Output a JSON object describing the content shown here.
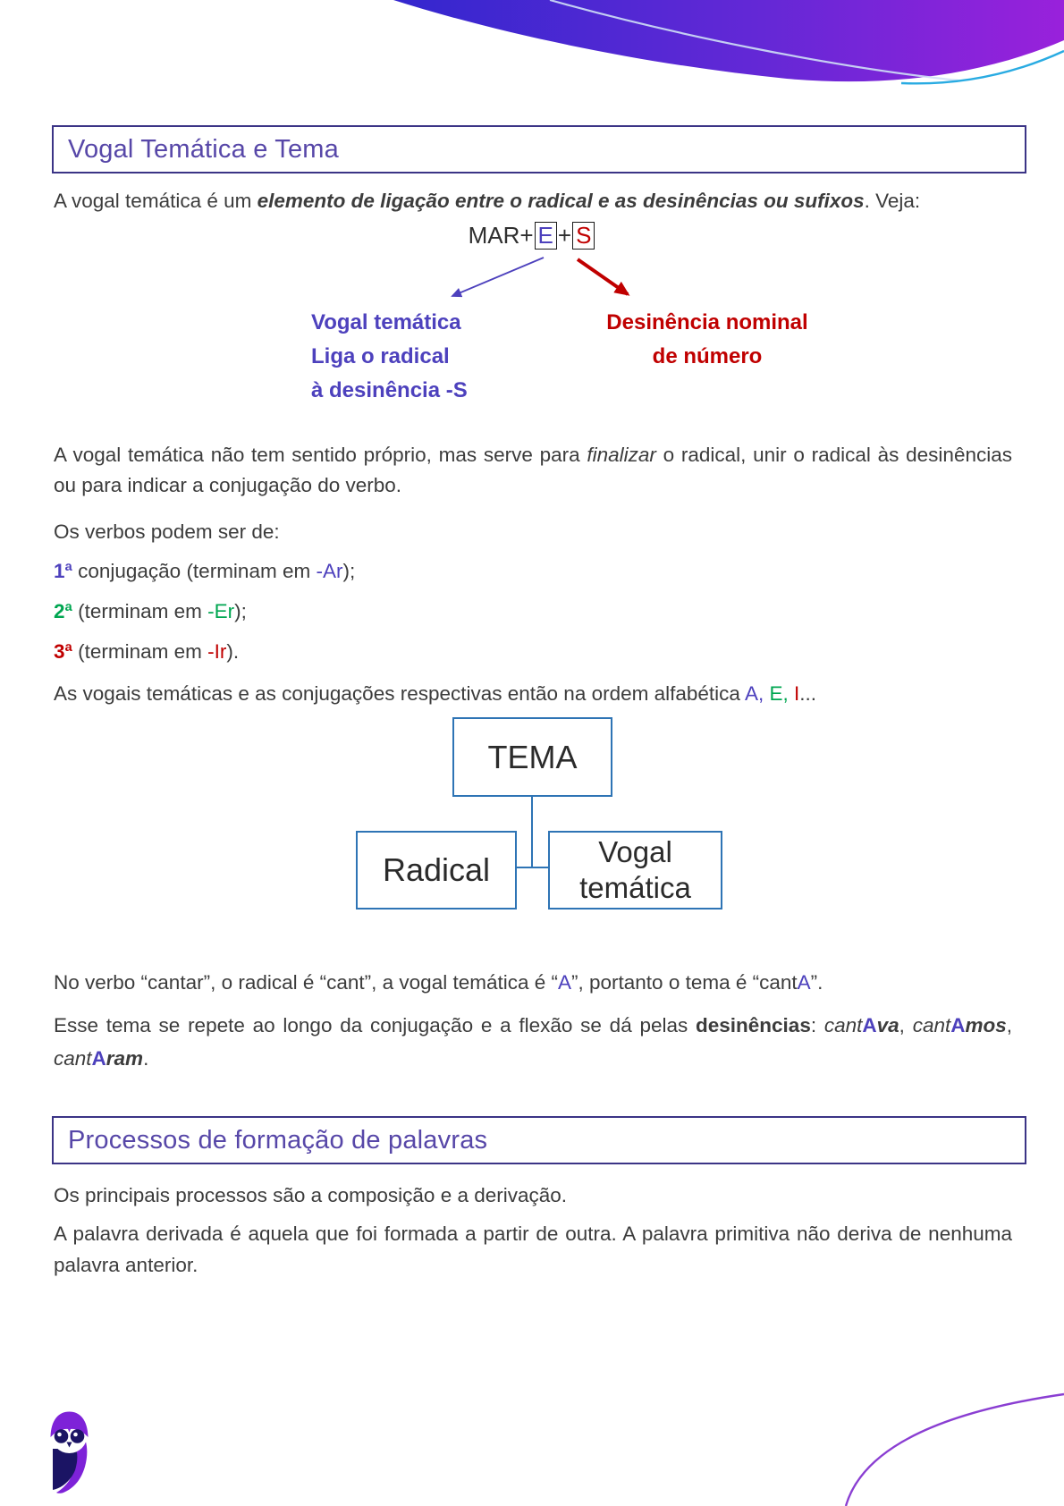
{
  "document": {
    "kind": "grammar-study-page",
    "language": "pt-BR"
  },
  "colors": {
    "title_text": "#5747A8",
    "title_border": "#3B3486",
    "body_text": "#3C3C3C",
    "accent_purple": "#4D41BD",
    "accent_green": "#00A651",
    "accent_red": "#C00000",
    "diagram_border_blue": "#2E74B5",
    "wave_gradient_start": "#3327CE",
    "wave_gradient_end": "#9921DB",
    "wave_cyan_line": "#29ABE2",
    "wave_white_line": "#CFE0F6",
    "corner_arc_purple": "#8A3ED2",
    "owl_purple": "#7E22D8",
    "owl_navy": "#1B1464"
  },
  "section1": {
    "title": "Vogal Temática e Tema",
    "p1_runs": [
      {
        "t": "A vogal temática é um "
      },
      {
        "t": "elemento de ligação entre o radical e as desinências ou sufixos",
        "b": true,
        "i": true
      },
      {
        "t": ". Veja:"
      }
    ],
    "formula_runs": [
      {
        "t": "MAR+"
      },
      {
        "t": "E",
        "c": "purple",
        "box": true
      },
      {
        "t": "+"
      },
      {
        "t": "S",
        "c": "red",
        "box": true
      }
    ],
    "vowel_label": {
      "lines": [
        "Vogal temática",
        "Liga o radical",
        "à desinência -S"
      ]
    },
    "desinencia_label": {
      "lines": [
        "Desinência nominal",
        "de número"
      ]
    },
    "p2_runs": [
      {
        "t": "A vogal temática não tem sentido próprio, mas serve para "
      },
      {
        "t": "finalizar",
        "i": true
      },
      {
        "t": " o radical, unir o radical às desinências ou para indicar a conjugação do verbo."
      }
    ],
    "p3": "Os verbos podem ser de:",
    "list": {
      "item1_runs": [
        {
          "t": "1ª",
          "c": "purple",
          "b": true
        },
        {
          "t": " conjugação (terminam em "
        },
        {
          "t": "-Ar",
          "c": "purple"
        },
        {
          "t": ");"
        }
      ],
      "item2_runs": [
        {
          "t": "2ª",
          "c": "green",
          "b": true
        },
        {
          "t": " (terminam em "
        },
        {
          "t": "-Er",
          "c": "green"
        },
        {
          "t": ");"
        }
      ],
      "item3_runs": [
        {
          "t": "3ª",
          "c": "red",
          "b": true
        },
        {
          "t": " (terminam em "
        },
        {
          "t": "-Ir",
          "c": "red"
        },
        {
          "t": ")."
        }
      ]
    },
    "p4_runs": [
      {
        "t": "As vogais temáticas e as conjugações respectivas então na ordem alfabética "
      },
      {
        "t": "A,",
        "c": "purple"
      },
      {
        "t": " "
      },
      {
        "t": "E,",
        "c": "green"
      },
      {
        "t": " "
      },
      {
        "t": "I",
        "c": "red"
      },
      {
        "t": "..."
      }
    ],
    "tree": {
      "top": "TEMA",
      "left": "Radical",
      "right": "Vogal temática"
    },
    "p5_runs": [
      {
        "t": "No verbo “cantar”, o radical é “cant”, a vogal temática é “"
      },
      {
        "t": "A",
        "c": "purple"
      },
      {
        "t": "”, portanto o tema é “cant"
      },
      {
        "t": "A",
        "c": "purple"
      },
      {
        "t": "”."
      }
    ],
    "p6_runs": [
      {
        "t": "Esse tema se repete ao longo da conjugação e a flexão se dá pelas "
      },
      {
        "t": "desinências",
        "b": true
      },
      {
        "t": ": "
      },
      {
        "t": "cant",
        "i": true
      },
      {
        "t": "A",
        "c": "purple",
        "b": true
      },
      {
        "t": "va",
        "b": true,
        "i": true
      },
      {
        "t": ", "
      },
      {
        "t": "cant",
        "i": true
      },
      {
        "t": "A",
        "c": "purple",
        "b": true
      },
      {
        "t": "mos",
        "b": true,
        "i": true
      },
      {
        "t": ", "
      },
      {
        "t": "cant",
        "i": true
      },
      {
        "t": "A",
        "c": "purple",
        "b": true
      },
      {
        "t": "ram",
        "b": true,
        "i": true
      },
      {
        "t": "."
      }
    ]
  },
  "section2": {
    "title": "Processos de formação de palavras",
    "p1": "Os principais processos são a composição e a derivação.",
    "p2": "A palavra derivada é aquela que foi formada a partir de outra. A palavra primitiva não deriva de nenhuma palavra anterior."
  },
  "logo": {
    "name": "owl-logo"
  }
}
